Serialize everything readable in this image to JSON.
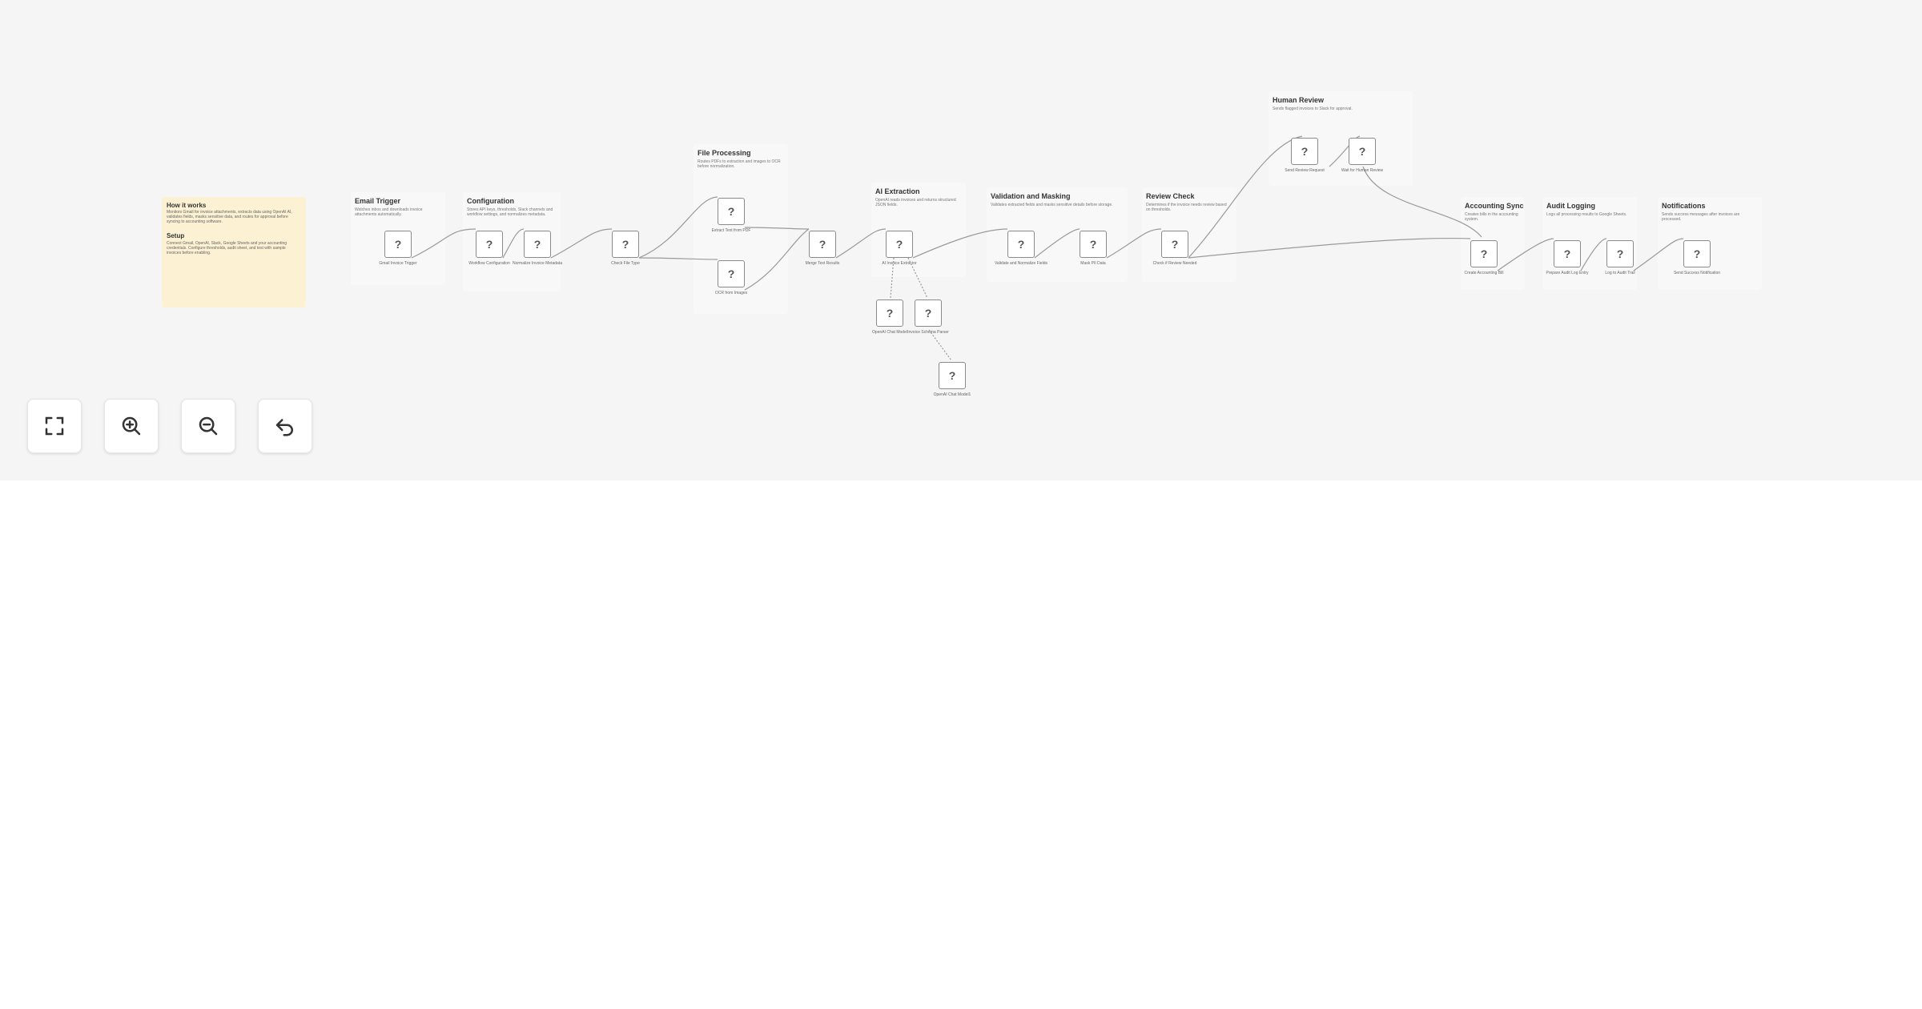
{
  "notes": {
    "how_it_works_title": "How it works",
    "how_it_works_desc": "Monitors Gmail for invoice attachments, extracts data using OpenAI AI, validates fields, masks sensitive data, and routes for approval before syncing to accounting software.",
    "setup_title": "Setup",
    "setup_desc": "Connect Gmail, OpenAI, Slack, Google Sheets and your accounting credentials. Configure thresholds, audit sheet, and test with sample invoices before enabling."
  },
  "sections": [
    {
      "title": "Email Trigger",
      "desc": "Watches inbox and downloads invoice attachments automatically."
    },
    {
      "title": "Configuration",
      "desc": "Stores API keys, thresholds, Slack channels and workflow settings, and normalizes metadata."
    },
    {
      "title": "File Processing",
      "desc": "Routes PDFs to extraction and images to OCR before normalization."
    },
    {
      "title": "AI Extraction",
      "desc": "OpenAI reads invoices and returns structured JSON fields."
    },
    {
      "title": "Validation and Masking",
      "desc": "Validates extracted fields and masks sensitive details before storage."
    },
    {
      "title": "Review Check",
      "desc": "Determines if the invoice needs review based on thresholds."
    },
    {
      "title": "Human Review",
      "desc": "Sends flagged invoices to Slack for approval."
    },
    {
      "title": "Accounting Sync",
      "desc": "Creates bills in the accounting system."
    },
    {
      "title": "Audit Logging",
      "desc": "Logs all processing results to Google Sheets."
    },
    {
      "title": "Notifications",
      "desc": "Sends success messages after invoices are processed."
    }
  ],
  "nodes": [
    {
      "label": "Gmail Invoice Trigger"
    },
    {
      "label": "Workflow Configuration"
    },
    {
      "label": "Normalize Invoice Metadata"
    },
    {
      "label": "Check File Type"
    },
    {
      "label": "Extract Text from PDF"
    },
    {
      "label": "OCR from Images"
    },
    {
      "label": "Merge Text Results"
    },
    {
      "label": "AI Invoice Extractor"
    },
    {
      "label": "OpenAI Chat Model"
    },
    {
      "label": "Invoice Schema Parser"
    },
    {
      "label": "OpenAI Chat Model1"
    },
    {
      "label": "Validate and Normalize Fields"
    },
    {
      "label": "Mask PII Data"
    },
    {
      "label": "Check if Review Needed"
    },
    {
      "label": "Send Review Request"
    },
    {
      "label": "Wait for Human Review"
    },
    {
      "label": "Create Accounting Bill"
    },
    {
      "label": "Prepare Audit Log Entry"
    },
    {
      "label": "Log to Audit Trail"
    },
    {
      "label": "Send Success Notification"
    }
  ],
  "node_placeholder": "?",
  "controls": [
    {
      "icon": "fit-view-icon"
    },
    {
      "icon": "zoom-in-icon"
    },
    {
      "icon": "zoom-out-icon"
    },
    {
      "icon": "undo-icon"
    }
  ]
}
